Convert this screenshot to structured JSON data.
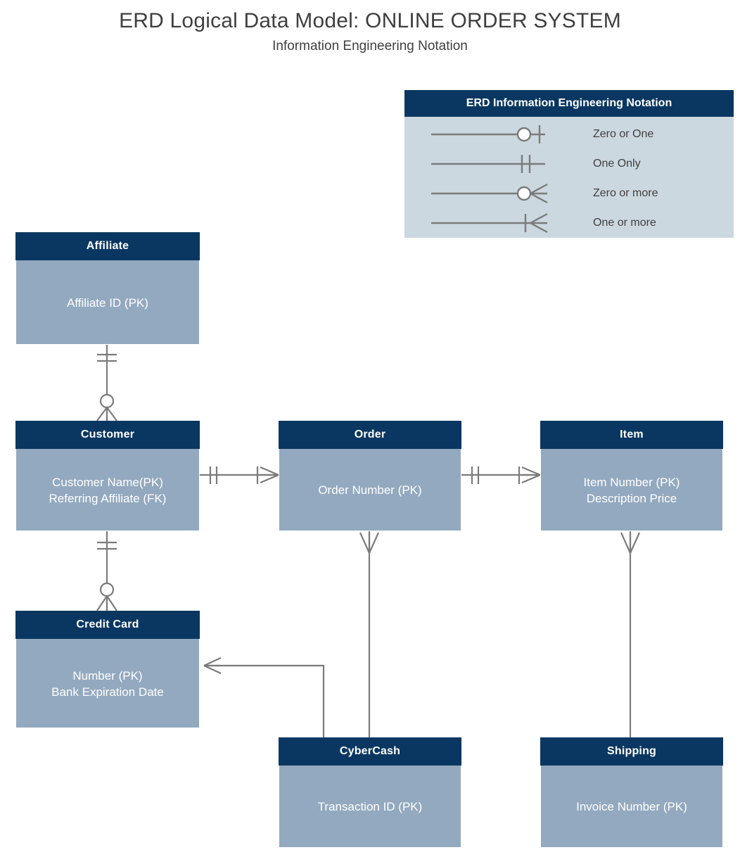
{
  "titles": {
    "main": "ERD Logical Data Model: ONLINE ORDER SYSTEM",
    "sub": "Information Engineering Notation"
  },
  "colors": {
    "header_navy": "#0a3761",
    "entity_body": "#93a9bf",
    "legend_body": "#ccd8e0",
    "connector_gray": "#7b7b7b",
    "text_dark": "#3f3f3f",
    "text_light": "#ffffff"
  },
  "legend": {
    "title": "ERD Information Engineering Notation",
    "rows": [
      {
        "symbol": "zero-or-one",
        "label": "Zero or One"
      },
      {
        "symbol": "one-only",
        "label": "One Only"
      },
      {
        "symbol": "zero-or-more",
        "label": "Zero or more"
      },
      {
        "symbol": "one-or-more",
        "label": "One or more"
      }
    ]
  },
  "entities": [
    {
      "id": "affiliate",
      "name": "Affiliate",
      "attributes": [
        "Affiliate ID (PK)"
      ]
    },
    {
      "id": "customer",
      "name": "Customer",
      "attributes": [
        "Customer Name(PK)",
        "Referring Affiliate (FK)"
      ]
    },
    {
      "id": "order",
      "name": "Order",
      "attributes": [
        "Order Number (PK)"
      ]
    },
    {
      "id": "item",
      "name": "Item",
      "attributes": [
        "Item Number (PK)",
        "Description Price"
      ]
    },
    {
      "id": "credit-card",
      "name": "Credit Card",
      "attributes": [
        "Number (PK)",
        "Bank Expiration Date"
      ]
    },
    {
      "id": "cybercash",
      "name": "CyberCash",
      "attributes": [
        "Transaction ID (PK)"
      ]
    },
    {
      "id": "shipping",
      "name": "Shipping",
      "attributes": [
        "Invoice Number (PK)"
      ]
    }
  ],
  "relationships": [
    {
      "from": "affiliate",
      "to": "customer",
      "from_cardinality": "one-only",
      "to_cardinality": "zero-or-more"
    },
    {
      "from": "customer",
      "to": "credit-card",
      "from_cardinality": "one-only",
      "to_cardinality": "zero-or-more"
    },
    {
      "from": "customer",
      "to": "order",
      "from_cardinality": "one-only",
      "to_cardinality": "one-or-more"
    },
    {
      "from": "order",
      "to": "item",
      "from_cardinality": "one-only",
      "to_cardinality": "one-or-more"
    },
    {
      "from": "order",
      "to": "cybercash",
      "from_cardinality": "many",
      "to_cardinality": "one"
    },
    {
      "from": "item",
      "to": "shipping",
      "from_cardinality": "many",
      "to_cardinality": "one"
    },
    {
      "from": "credit-card",
      "to": "cybercash",
      "from_cardinality": "many",
      "to_cardinality": "one"
    }
  ]
}
